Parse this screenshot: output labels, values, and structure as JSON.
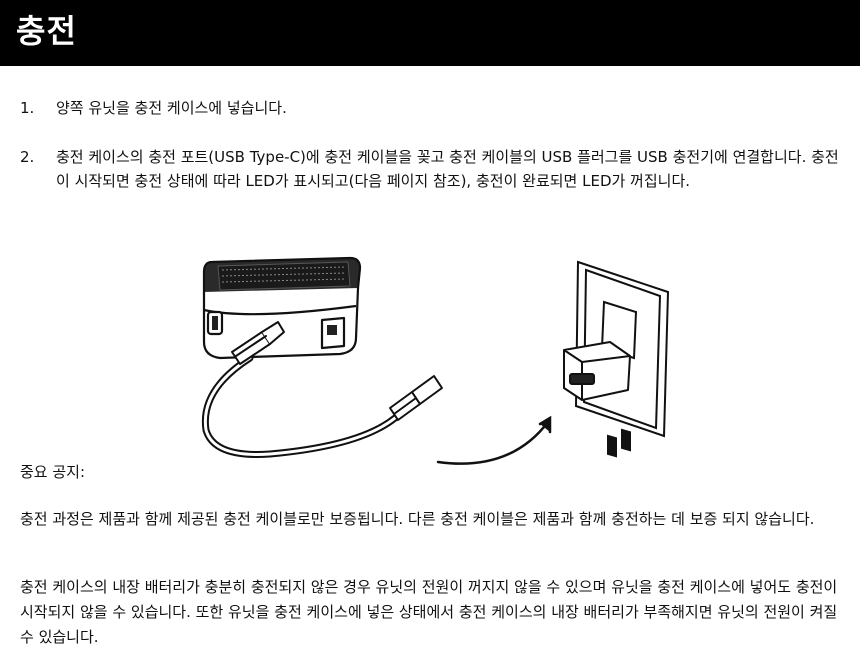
{
  "header": {
    "title": "충전"
  },
  "steps": [
    {
      "num": "1.",
      "text": "양쪽 유닛을 충전 케이스에 넣습니다."
    },
    {
      "num": "2.",
      "text": "충전 케이스의 충전 포트(USB Type-C)에 충전 케이블을 꽂고 충전 케이블의 USB 플러그를 USB 충전기에 연결합니다. 충전이 시작되면 충전 상태에 따라 LED가 표시되고(다음 페이지 참조), 충전이 완료되면 LED가 꺼집니다."
    }
  ],
  "notice_label": "중요 공지:",
  "paragraphs": [
    "충전 과정은 제품과 함께 제공된 충전 케이블로만 보증됩니다. 다른 충전 케이블은 제품과 함께 충전하는 데 보증 되지 않습니다.",
    "충전 케이스의 내장 배터리가 충분히 충전되지 않은 경우 유닛의 전원이 꺼지지 않을 수 있으며 유닛을 충전 케이스에 넣어도 충전이 시작되지 않을 수 있습니다. 또한 유닛을 충전 케이스에 넣은 상태에서 충전 케이스의 내장 배터리가 부족해지면 유닛의 전원이 켜질 수 있습니다."
  ]
}
